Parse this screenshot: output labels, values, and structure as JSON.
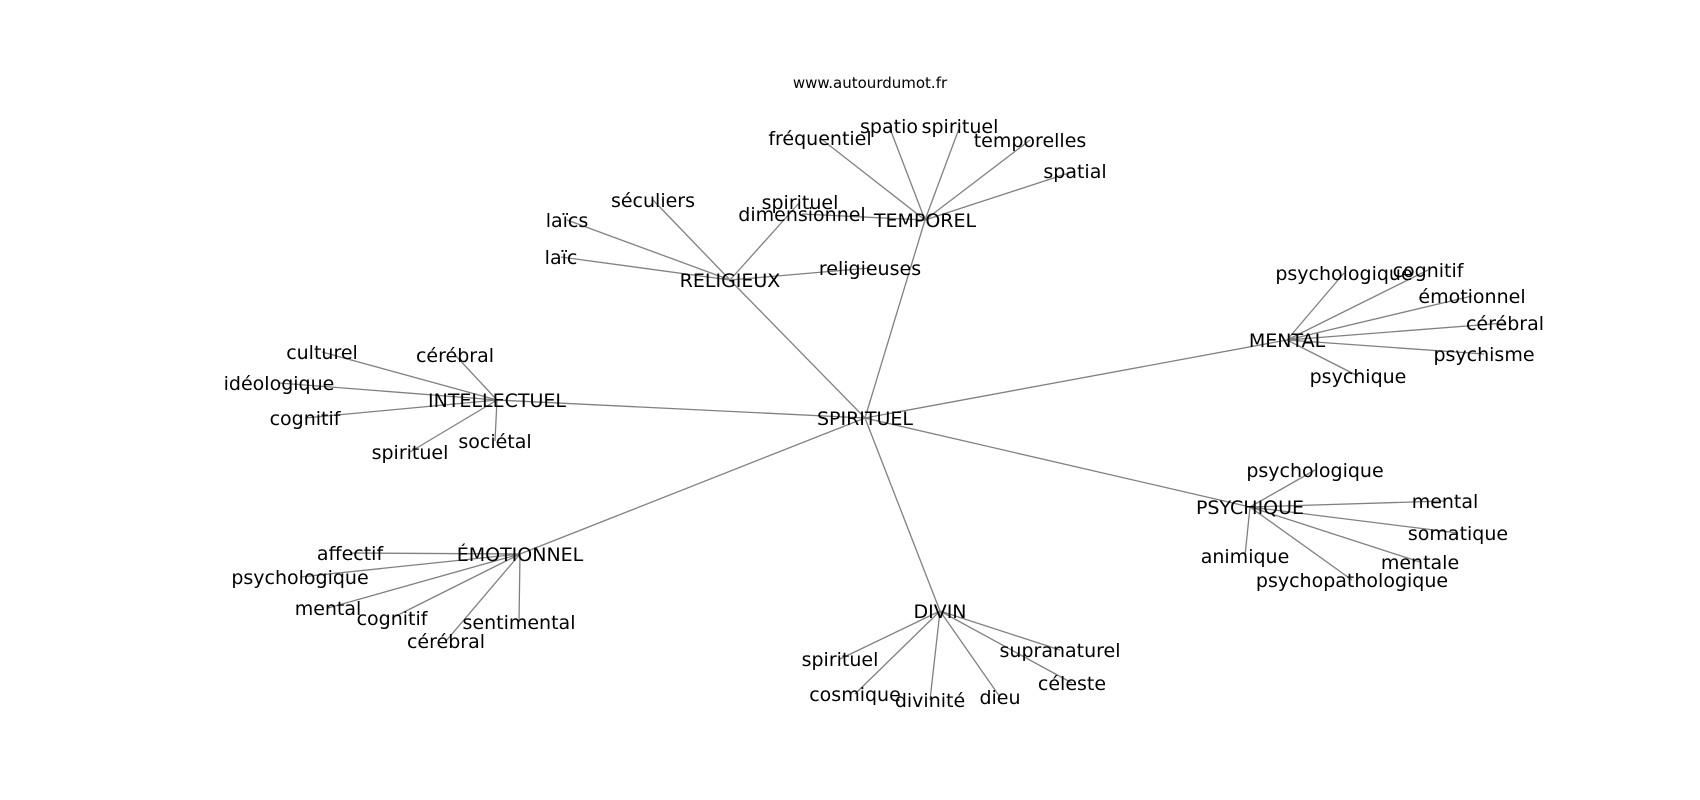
{
  "header": {
    "site": "www.autourdumot.fr"
  },
  "graph": {
    "center": "SPIRITUEL",
    "clusters": [
      {
        "hub": "TEMPOREL",
        "leaves": [
          "fréquentiel",
          "spatio",
          "spirituel",
          "temporelles",
          "spatial",
          "dimensionnel"
        ]
      },
      {
        "hub": "RELIGIEUX",
        "leaves": [
          "séculiers",
          "laïcs",
          "laïc",
          "spirituel",
          "religieuses"
        ]
      },
      {
        "hub": "MENTAL",
        "leaves": [
          "psychologique",
          "cognitif",
          "émotionnel",
          "cérébral",
          "psychisme",
          "psychique"
        ]
      },
      {
        "hub": "INTELLECTUEL",
        "leaves": [
          "culturel",
          "cérébral",
          "idéologique",
          "cognitif",
          "spirituel",
          "sociétal"
        ]
      },
      {
        "hub": "PSYCHIQUE",
        "leaves": [
          "psychologique",
          "mental",
          "somatique",
          "mentale",
          "psychopathologique",
          "animique"
        ]
      },
      {
        "hub": "ÉMOTIONNEL",
        "leaves": [
          "affectif",
          "psychologique",
          "mental",
          "cognitif",
          "cérébral",
          "sentimental"
        ]
      },
      {
        "hub": "DIVIN",
        "leaves": [
          "spirituel",
          "cosmique",
          "divinité",
          "dieu",
          "céleste",
          "supranaturel"
        ]
      }
    ]
  }
}
